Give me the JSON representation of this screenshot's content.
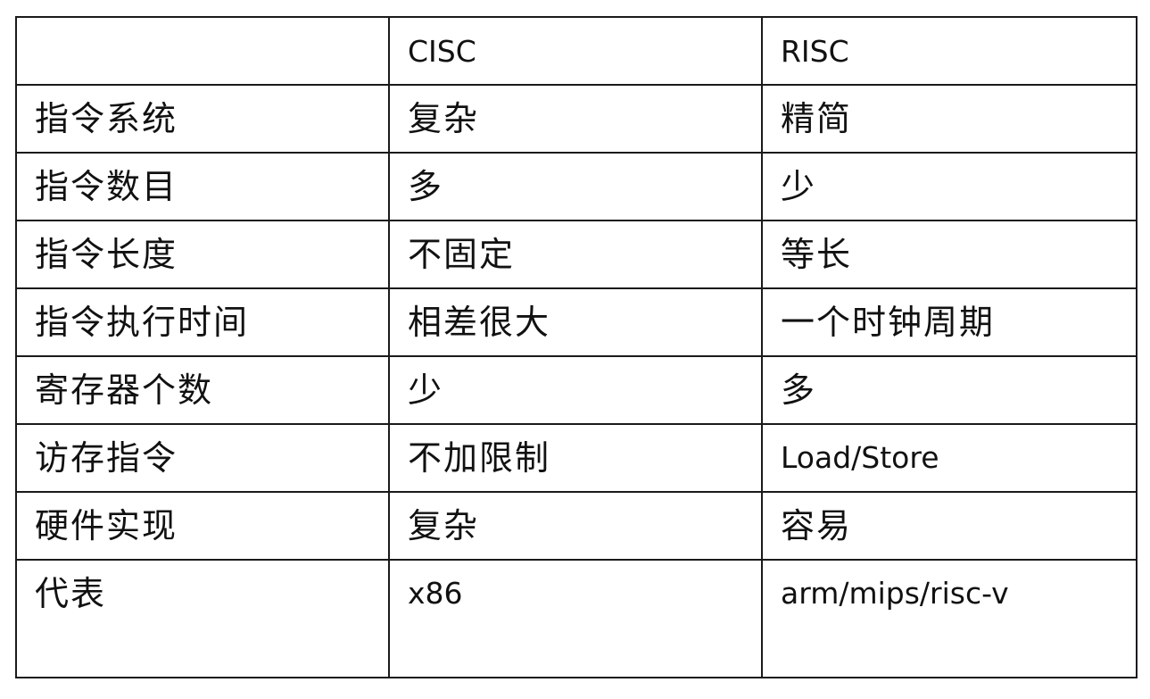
{
  "table": {
    "headers": [
      "",
      "CISC",
      "RISC"
    ],
    "rows": [
      [
        "指令系统",
        "复杂",
        "精简"
      ],
      [
        "指令数目",
        "多",
        "少"
      ],
      [
        "指令长度",
        "不固定",
        "等长"
      ],
      [
        "指令执行时间",
        "相差很大",
        "一个时钟周期"
      ],
      [
        "寄存器个数",
        "少",
        "多"
      ],
      [
        "访存指令",
        "不加限制",
        "Load/Store"
      ],
      [
        "硬件实现",
        "复杂",
        "容易"
      ],
      [
        "代表",
        "x86",
        "arm/mips/risc-v"
      ]
    ]
  }
}
